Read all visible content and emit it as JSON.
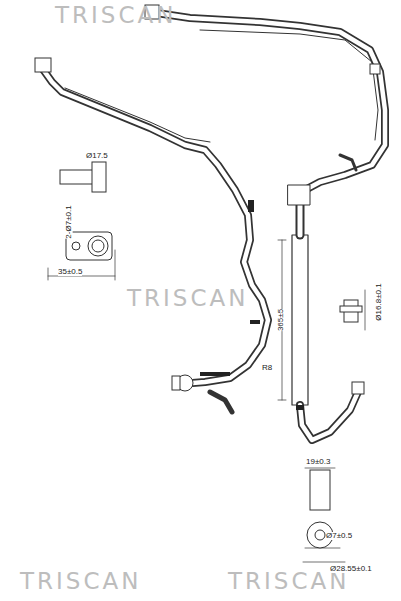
{
  "diagram": {
    "labels": [
      "TRISCAN",
      "TRISCAN",
      "TRISCAN",
      "TRISCAN",
      "Ø17.5",
      "2-Ø7±0.1",
      "35±0.5",
      "Ø16.8±0.1",
      "365±5",
      "R8",
      "19±0.3",
      "Ø7±0.5",
      "Ø28.55±0.1"
    ]
  }
}
